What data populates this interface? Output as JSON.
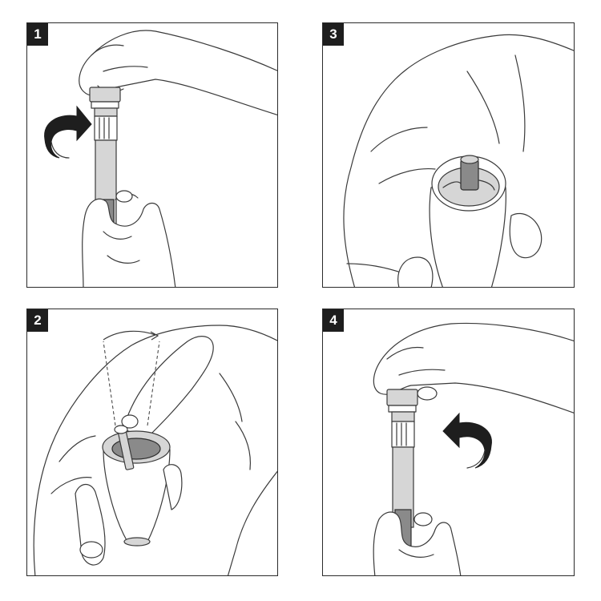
{
  "panels": [
    {
      "id": "step-1",
      "number": "1"
    },
    {
      "id": "step-3",
      "number": "3"
    },
    {
      "id": "step-2",
      "number": "2"
    },
    {
      "id": "step-4",
      "number": "4"
    }
  ],
  "colors": {
    "border": "#2b2b2b",
    "badge": "#1e1e1e",
    "device": "#d6d6d6",
    "arrow": "#1e1e1e"
  }
}
